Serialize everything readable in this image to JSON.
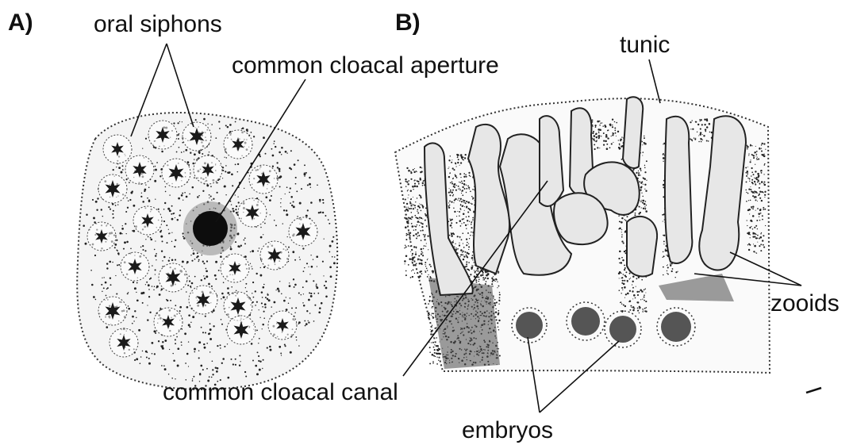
{
  "panels": {
    "a": {
      "letter": "A)"
    },
    "b": {
      "letter": "B)"
    }
  },
  "labels": {
    "oral_siphons": "oral siphons",
    "common_cloacal_aperture": "common cloacal aperture",
    "tunic": "tunic",
    "zooids": "zooids",
    "common_cloacal_canal": "common cloacal canal",
    "embryos": "embryos"
  },
  "colors": {
    "ink": "#111111",
    "stipple": "#222222",
    "background": "#ffffff"
  }
}
